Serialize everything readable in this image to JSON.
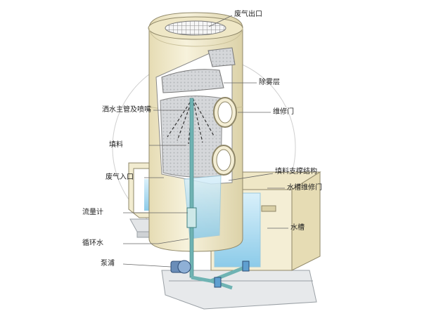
{
  "labels": {
    "gas_outlet": "废气出口",
    "demister": "除雾层",
    "sprinkler": "洒水主管及喷嘴",
    "access_door": "维修门",
    "packing": "填料",
    "gas_inlet": "废气入口",
    "packing_support": "填料支撑结构",
    "tank_access_door": "水槽维修门",
    "flowmeter": "流量计",
    "water_tank": "水槽",
    "circulating_water": "循环水",
    "pump": "泵浦"
  },
  "colors": {
    "shell": "#f2ecd0",
    "shell_shadow": "#d9cfa6",
    "shell_edge": "#8f8768",
    "packing": "#d8dadd",
    "water": "#bfe4f5",
    "water_deep": "#7cc3e6",
    "pipe": "#6fb3b3",
    "frame": "#e3e5e7",
    "frame_edge": "#9aa0a5",
    "leader": "#666666"
  }
}
